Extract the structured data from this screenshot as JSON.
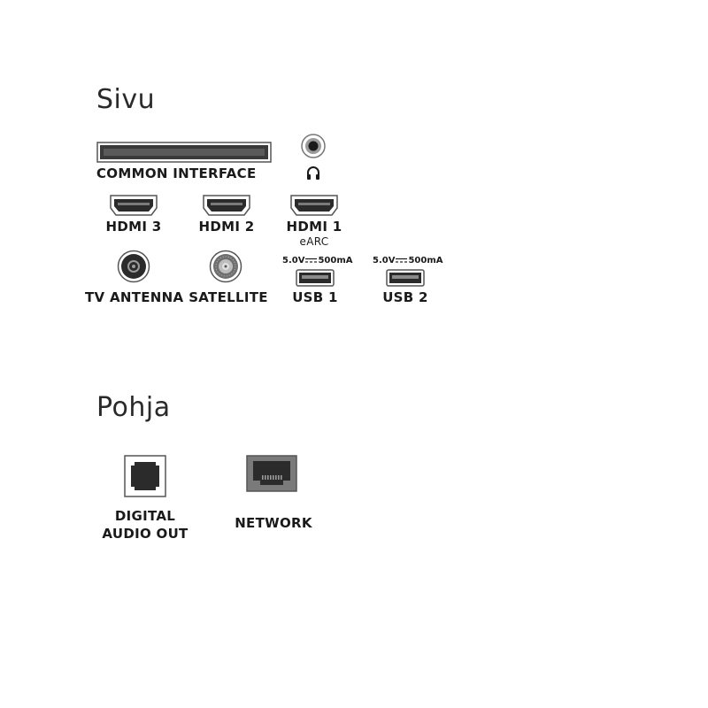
{
  "sections": {
    "side": {
      "title": "Sivu"
    },
    "bottom": {
      "title": "Pohja"
    }
  },
  "ports": {
    "common_interface": {
      "label": "COMMON INTERFACE",
      "icon": "ci-slot-icon"
    },
    "headphone": {
      "icon": "headphone-icon"
    },
    "hdmi3": {
      "label": "HDMI 3",
      "icon": "hdmi-port-icon"
    },
    "hdmi2": {
      "label": "HDMI 2",
      "icon": "hdmi-port-icon"
    },
    "hdmi1": {
      "label": "HDMI 1",
      "sub": "eARC",
      "icon": "hdmi-port-icon"
    },
    "tv_antenna": {
      "label": "TV ANTENNA",
      "icon": "antenna-port-icon"
    },
    "satellite": {
      "label": "SATELLITE",
      "icon": "satellite-port-icon"
    },
    "usb1": {
      "label": "USB 1",
      "spec_v": "5.0V",
      "spec_a": "500mA",
      "icon": "usb-port-icon"
    },
    "usb2": {
      "label": "USB 2",
      "spec_v": "5.0V",
      "spec_a": "500mA",
      "icon": "usb-port-icon"
    },
    "digital_audio_out": {
      "label_line1": "DIGITAL",
      "label_line2": "AUDIO OUT",
      "icon": "optical-port-icon"
    },
    "network": {
      "label": "NETWORK",
      "icon": "ethernet-port-icon"
    }
  },
  "colors": {
    "text": "#1a1a1a",
    "port_dark": "#2b2b2b",
    "port_mid": "#8a8a8a"
  }
}
